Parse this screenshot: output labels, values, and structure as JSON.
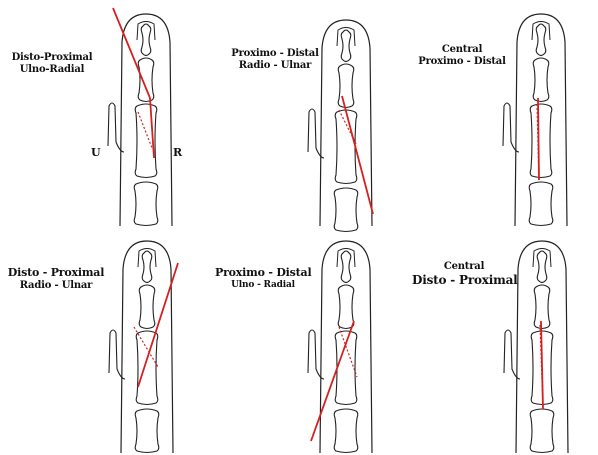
{
  "panels": [
    {
      "id": "p1",
      "line1": "Disto-Proximal",
      "line2": "Ulno-Radial",
      "left_marker": "U",
      "right_marker": "R"
    },
    {
      "id": "p2",
      "line1": "Proximo - Distal",
      "line2": "Radio - Ulnar"
    },
    {
      "id": "p3",
      "line1": "Central",
      "line2": "Proximo - Distal"
    },
    {
      "id": "p4",
      "line1": "Disto - Proximal",
      "line2": "Radio - Ulnar"
    },
    {
      "id": "p5",
      "line1": "Proximo - Distal",
      "line2": "Ulno - Radial"
    },
    {
      "id": "p6",
      "line1": "Central",
      "line2": "Disto - Proximal"
    }
  ],
  "colors": {
    "wire": "#d62020",
    "outline": "#222222",
    "fracture": "#d62020"
  }
}
